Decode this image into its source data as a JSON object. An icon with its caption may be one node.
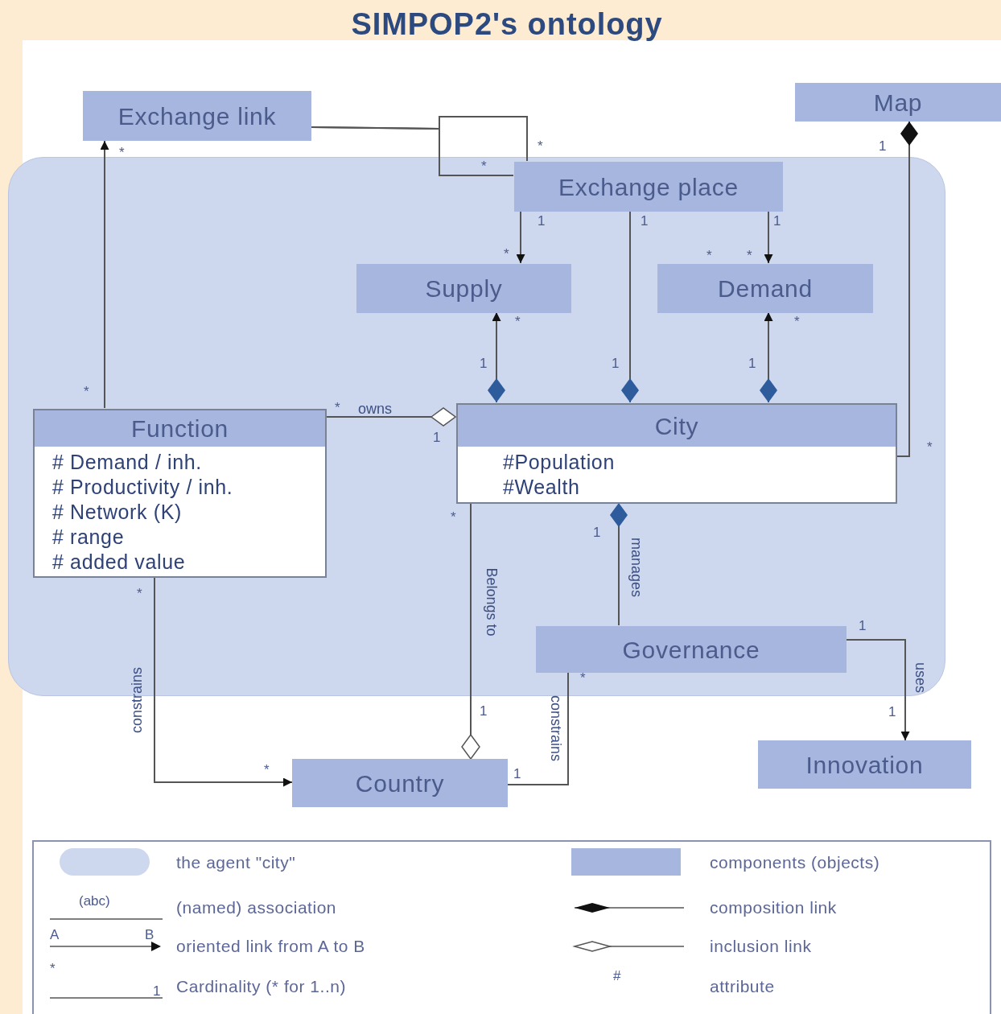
{
  "diagram": {
    "title": "SIMPOP2's ontology",
    "nodes": [
      {
        "text": [],
        "shape": "box"
      },
      {
        "text": [
          "Exchange link"
        ]
      },
      {
        "text": [
          "Map"
        ]
      },
      {
        "text": [
          "Exchange place"
        ],
        "in": 0
      },
      {
        "text": [
          "Supply"
        ],
        "in": 0
      },
      {
        "text": [
          "Demand"
        ],
        "in": 0
      },
      {
        "text": [
          "Function",
          "# Demand / inh.",
          "# Productivity / inh.",
          "# Network (K)",
          "# range",
          "# added value"
        ],
        "in": 0
      },
      {
        "text": [
          "City",
          "#Population",
          "#Wealth"
        ],
        "in": 0
      },
      {
        "text": [
          "Governance"
        ],
        "in": 0
      },
      {
        "text": [
          "Country"
        ]
      },
      {
        "text": [
          "Innovation"
        ]
      }
    ],
    "edges": [
      {
        "from": 1,
        "to": 3,
        "arrow": "none"
      },
      {
        "from": 1,
        "to": 3,
        "arrow": "none"
      },
      {
        "from": 3,
        "to": 4,
        "arrow": "to"
      },
      {
        "from": 3,
        "to": 7,
        "arrow": "other"
      },
      {
        "from": 3,
        "to": 5,
        "arrow": "to"
      },
      {
        "from": 7,
        "to": 4,
        "arrow": "to"
      },
      {
        "from": 7,
        "to": 5,
        "arrow": "to"
      },
      {
        "from": 6,
        "to": 1,
        "arrow": "to"
      },
      {
        "from": 6,
        "to": 7,
        "arrow": "other",
        "label": "owns"
      },
      {
        "from": 7,
        "to": 2,
        "arrow": "other"
      },
      {
        "from": 8,
        "to": 7,
        "arrow": "other",
        "label": "manages"
      },
      {
        "from": 7,
        "to": 9,
        "arrow": "other",
        "label": "Belongs to"
      },
      {
        "from": 8,
        "to": 9,
        "arrow": "none",
        "label": "constrains"
      },
      {
        "from": 6,
        "to": 9,
        "arrow": "to",
        "label": "constrains"
      },
      {
        "from": 8,
        "to": 10,
        "arrow": "to",
        "label": "uses"
      }
    ],
    "labels": [
      "*",
      "*",
      "1",
      "*",
      "1",
      "1",
      "1",
      "*",
      "*",
      "*",
      "*",
      "*",
      "1",
      "1",
      "1",
      "*",
      "*",
      "1",
      "*",
      "*",
      "1",
      "*",
      "1",
      "*",
      "1",
      "1",
      "*",
      "1",
      "(abc)",
      "A",
      "B",
      "*",
      "1",
      "#"
    ],
    "legend": [
      {
        "text": "the agent \"city\"",
        "color": "#cdd7ee"
      },
      {
        "text": "components (objects)",
        "color": "#a6b6de"
      },
      {
        "text": "(named) association"
      },
      {
        "text": "composition link"
      },
      {
        "text": "oriented link from A to B"
      },
      {
        "text": "inclusion link"
      },
      {
        "text": "Cardinality (* for 1..n)"
      },
      {
        "text": "attribute"
      }
    ]
  }
}
